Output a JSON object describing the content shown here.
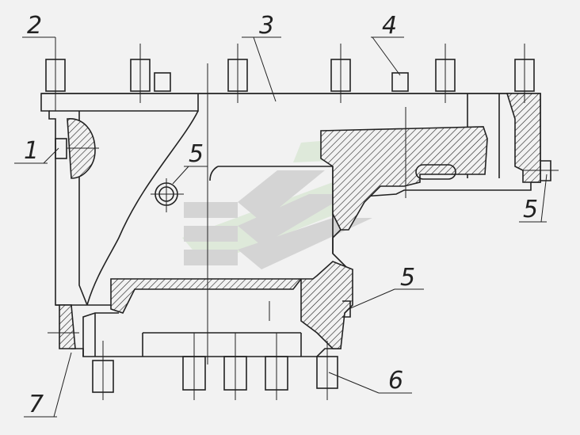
{
  "labels": {
    "l1": "1",
    "l2": "2",
    "l3": "3",
    "l4": "4",
    "l5a": "5",
    "l5b": "5",
    "l5c": "5",
    "l6": "6",
    "l7": "7"
  },
  "colors": {
    "line": "#222222",
    "background": "#f2f2f2",
    "watermark_gray": "#bdbdbd",
    "watermark_green": "#cfe3c8"
  }
}
